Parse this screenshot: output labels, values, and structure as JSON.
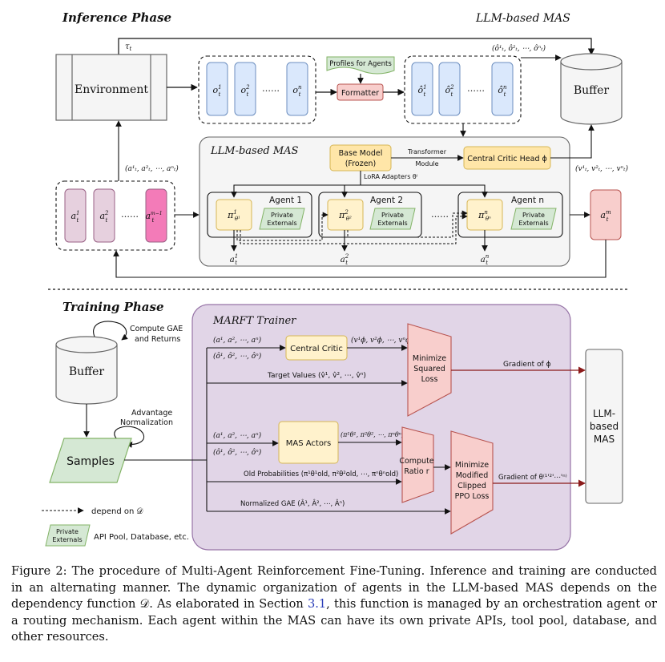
{
  "inference": {
    "title": "Inference Phase",
    "mas_header": "LLM-based MAS",
    "environment": "Environment",
    "buffer": "Buffer",
    "tau": "τ",
    "tau_sub": "t",
    "obs": [
      {
        "base": "o",
        "sup": "1",
        "sub": "t"
      },
      {
        "base": "o",
        "sup": "2",
        "sub": "t"
      },
      {
        "base": "o",
        "sup": "n",
        "sub": "t"
      }
    ],
    "dots": "……",
    "profiles": "Profiles for Agents",
    "formatter": "Formatter",
    "formatted_obs": [
      {
        "base": "ô",
        "sup": "1",
        "sub": "t"
      },
      {
        "base": "ô",
        "sup": "2",
        "sub": "t"
      },
      {
        "base": "ô",
        "sup": "n",
        "sub": "t"
      }
    ],
    "buffer_input": "(ô¹ₜ, ô²ₜ, ⋯, ôⁿₜ)",
    "llm_mas_box": "LLM-based MAS",
    "base_model_line1": "Base Model",
    "base_model_line2": "(Frozen)",
    "transformer_line1": "Transformer",
    "transformer_line2": "Module",
    "critic_head": "Central Critic Head ϕ",
    "values": "(v¹ₜ, v²ₜ, ⋯, vⁿₜ)",
    "lora": "LoRA Adapters θⁱ",
    "actions_label": "(a¹ₜ, a²ₜ, ⋯, aⁿₜ)",
    "agents": [
      {
        "name": "Agent 1",
        "policy": "π",
        "psub": "θ¹",
        "ext1": "Private",
        "ext2": "Externals",
        "out": "a",
        "out_sup": "1"
      },
      {
        "name": "Agent 2",
        "policy": "π",
        "psub": "θ²",
        "ext1": "Private",
        "ext2": "Externals",
        "out": "a",
        "out_sup": "2"
      },
      {
        "name": "Agent n",
        "policy": "π",
        "psub": "θⁿ",
        "ext1": "Private",
        "ext2": "Externals",
        "out": "a",
        "out_sup": "n"
      }
    ],
    "action_boxes": [
      {
        "base": "a",
        "sup": "1",
        "sub": "t"
      },
      {
        "base": "a",
        "sup": "2",
        "sub": "t"
      },
      {
        "base": "a",
        "sup": "m−1",
        "sub": "t"
      }
    ],
    "final_action": {
      "base": "a",
      "sup": "m",
      "sub": "t"
    },
    "out_sub": "t"
  },
  "training": {
    "title": "Training Phase",
    "trainer": "MARFT Trainer",
    "compute_gae_1": "Compute GAE",
    "compute_gae_2": "and Returns",
    "buffer": "Buffer",
    "adv_1": "Advantage",
    "adv_2": "Normalization",
    "samples": "Samples",
    "central_critic": "Central Critic",
    "critic_in_1": "(a¹, a², ⋯, aⁿ)",
    "critic_in_2": "(ô¹, ô², ⋯, ôⁿ)",
    "critic_out": "(v¹ϕ, v²ϕ, ⋯, vⁿϕ)",
    "target_values": "Target Values (v̂¹, v̂², ⋯, v̂ⁿ)",
    "min_sq_1": "Minimize",
    "min_sq_2": "Squared",
    "min_sq_3": "Loss",
    "grad_phi": "Gradient of ϕ",
    "mas_actors": "MAS Actors",
    "actor_in_1": "(a¹, a², ⋯, aⁿ)",
    "actor_in_2": "(ô¹, ô², ⋯, ôⁿ)",
    "actor_out": "(π¹θ¹, π²θ², ⋯, πⁿθⁿ)",
    "old_probs": "Old Probabilities (π¹θ¹old, π²θ²old, ⋯, πⁿθⁿold)",
    "gae": "Normalized GAE (Â¹, Â², ⋯, Âⁿ)",
    "ratio_1": "Compute",
    "ratio_2": "Ratio r",
    "ppo_1": "Minimize",
    "ppo_2": "Modified",
    "ppo_3": "Clipped",
    "ppo_4": "PPO Loss",
    "grad_theta": "Gradient of θ⁽¹'²'⋯'ⁿ⁾",
    "llm_mas_1": "LLM-",
    "llm_mas_2": "based",
    "llm_mas_3": "MAS",
    "legend_dep": "depend on 𝒟",
    "legend_ext1": "Private",
    "legend_ext2": "Externals",
    "legend_ext_desc": "API Pool, Database, etc."
  },
  "caption": {
    "part1": "Figure 2: The procedure of Multi-Agent Reinforcement Fine-Tuning. Inference and training are conducted in an alternating manner. The dynamic organization of agents in the LLM-based MAS depends on the dependency function 𝒟. As elaborated in Section ",
    "ref": "3.1",
    "part2": ", this function is managed by an orchestration agent or a routing mechanism. Each agent within the MAS can have its own private APIs, tool pool, database, and other resources."
  },
  "colors": {
    "blue_fill": "#dae8fc",
    "blue_stroke": "#6c8ebf",
    "yellow_fill": "#fff2cc",
    "yellow_stroke": "#d6b656",
    "green_fill": "#d5e8d4",
    "green_stroke": "#82b366",
    "pink_fill": "#e6d0de",
    "pink_stroke": "#996185",
    "magenta_fill": "#f37bb8",
    "red_fill": "#f8cecc",
    "red_stroke": "#b85450",
    "purple_fill": "#e1d5e7",
    "purple_stroke": "#9673a6",
    "gray_fill": "#f5f5f5",
    "gray_stroke": "#666666",
    "dark_red": "#8b1a1a"
  }
}
